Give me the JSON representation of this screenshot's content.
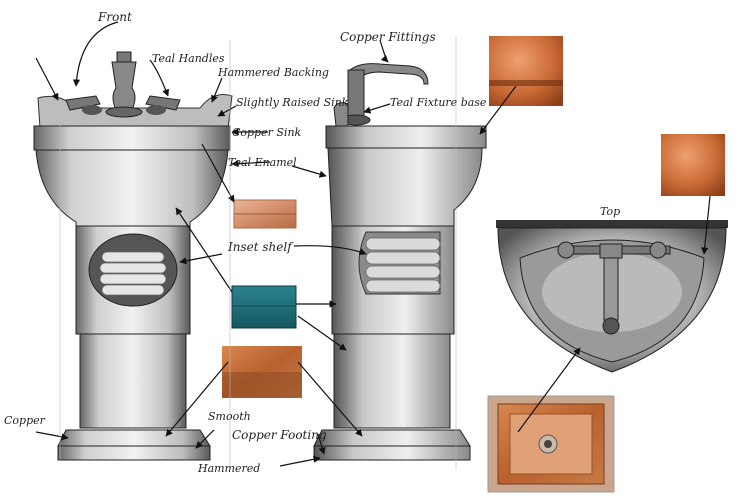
{
  "labels": {
    "front": "Front",
    "teal_handles": "Teal Handles",
    "hammered_backing": "Hammered Backing",
    "slightly_raised_sink": "Slightly Raised Sink",
    "copper_sink": "Copper Sink",
    "teal_enamel": "Teal Enamel",
    "copper_fittings": "Copper Fittings",
    "teal_fixture_base": "Teal Fixture base",
    "inset_shelf": "Inset shelf",
    "top": "Top",
    "copper": "Copper",
    "smooth": "Smooth",
    "copper_footing": "Copper Footing",
    "hammered": "Hammered"
  },
  "colors": {
    "copper_light": "#d98a67",
    "copper_dark": "#a8542b",
    "teal": "#1f6f78",
    "hammered_copper": "#c26a2e",
    "pencil": "#3a3a3a"
  }
}
